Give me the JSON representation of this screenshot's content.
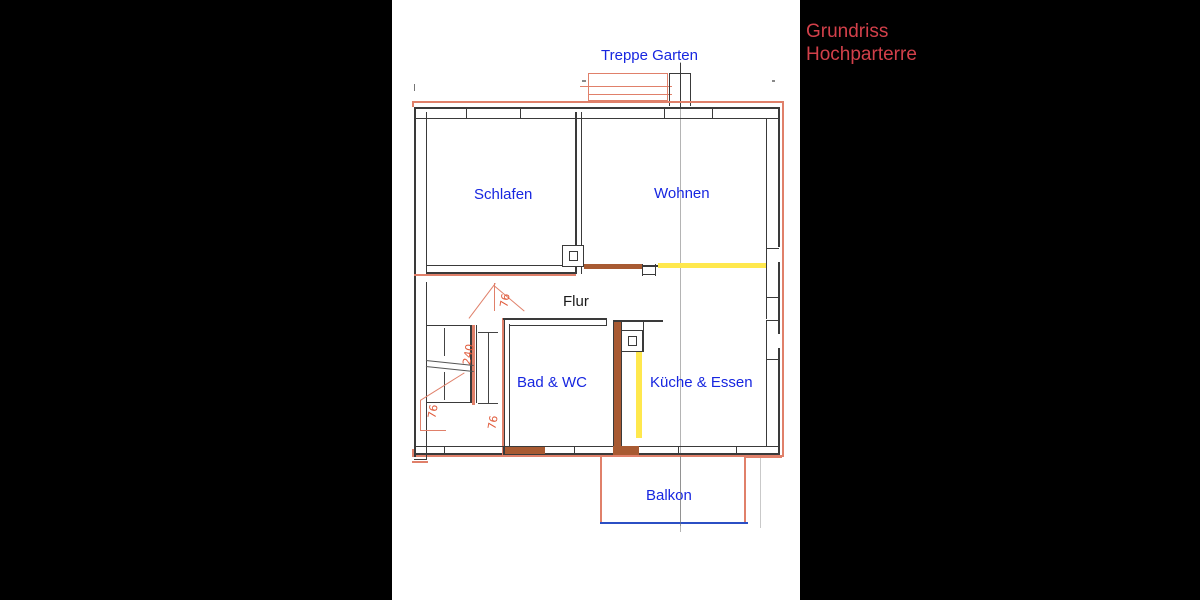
{
  "document": {
    "type": "architectural-floor-plan",
    "title_line1": "Grundriss",
    "title_line2": "Hochparterre",
    "title_color": "#d2404a",
    "label_color": "#1726e0",
    "background": "#000000",
    "paper": "#ffffff"
  },
  "labels": {
    "treppe_garten": "Treppe Garten",
    "schlafen": "Schlafen",
    "wohnen": "Wohnen",
    "flur": "Flur",
    "bad_wc": "Bad & WC",
    "kueche_essen": "Küche & Essen",
    "balkon": "Balkon"
  },
  "rooms": [
    {
      "name": "Schlafen",
      "label": "Schlafen",
      "color": "#1726e0"
    },
    {
      "name": "Wohnen",
      "label": "Wohnen",
      "color": "#1726e0"
    },
    {
      "name": "Flur",
      "label": "Flur",
      "color": "#1a1a1a"
    },
    {
      "name": "Bad & WC",
      "label": "Bad & WC",
      "color": "#1726e0"
    },
    {
      "name": "Küche & Essen",
      "label": "Küche & Essen",
      "color": "#1726e0"
    },
    {
      "name": "Balkon",
      "label": "Balkon",
      "color": "#1726e0"
    },
    {
      "name": "Treppe Garten",
      "label": "Treppe Garten",
      "color": "#1726e0"
    }
  ],
  "annotations": {
    "handwritten_dimensions": [
      "76",
      "240",
      "76",
      "76"
    ],
    "note": "red handwritten dimension figures beside the stair"
  },
  "markup_colors": {
    "red_pen": "#e0806a",
    "brown_wall": "#a85a32",
    "yellow_highlight": "#ffe84d",
    "blue_pen": "#2b4fc4",
    "black_wall": "#3a3a3a"
  }
}
